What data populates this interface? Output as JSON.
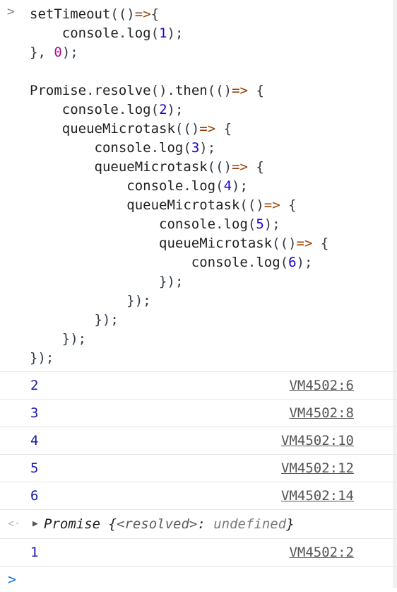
{
  "input": {
    "prompt_symbol": ">",
    "code_lines": [
      "setTimeout(()=>{",
      "    console.log(1);",
      "}, 0);",
      "",
      "Promise.resolve().then(()=> {",
      "    console.log(2);",
      "    queueMicrotask(()=> {",
      "        console.log(3);",
      "        queueMicrotask(()=> {",
      "            console.log(4);",
      "            queueMicrotask(()=> {",
      "                console.log(5);",
      "                queueMicrotask(()=> {",
      "                    console.log(6);",
      "                });",
      "            });",
      "        });",
      "    });",
      "});"
    ]
  },
  "logs_before": [
    {
      "value": "2",
      "source": "VM4502:6"
    },
    {
      "value": "3",
      "source": "VM4502:8"
    },
    {
      "value": "4",
      "source": "VM4502:10"
    },
    {
      "value": "5",
      "source": "VM4502:12"
    },
    {
      "value": "6",
      "source": "VM4502:14"
    }
  ],
  "result": {
    "return_arrow": "<·",
    "text_prefix": "Promise {",
    "key": "<resolved>",
    "sep": ": ",
    "value": "undefined",
    "text_suffix": "}"
  },
  "logs_after": [
    {
      "value": "1",
      "source": "VM4502:2"
    }
  ],
  "prompt": {
    "symbol": ">"
  },
  "colors": {
    "number": "#1c00cf",
    "arrow": "#9a3d00",
    "log_value": "#1a1aa6",
    "prompt_caret": "#1a73e8"
  }
}
